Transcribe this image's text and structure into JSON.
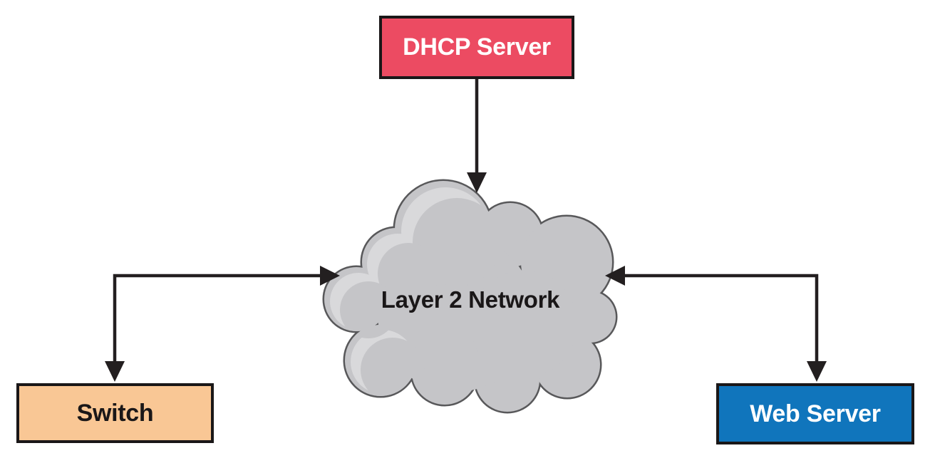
{
  "colors": {
    "background": "#ffffff",
    "line": "#231f20",
    "box_border": "#1a1718",
    "cloud_fill": "#c5c5c8",
    "cloud_highlight": "#d9d9db",
    "cloud_stroke": "#58585a",
    "dhcp_fill": "#ec4b62",
    "dhcp_text": "#ffffff",
    "switch_fill": "#f9c795",
    "switch_text": "#1a1718",
    "web_fill": "#1075bc",
    "web_text": "#ffffff",
    "network_text": "#1a1718"
  },
  "nodes": {
    "dhcp": {
      "label": "DHCP Server"
    },
    "network": {
      "label": "Layer 2 Network"
    },
    "switch": {
      "label": "Switch"
    },
    "web": {
      "label": "Web Server"
    }
  },
  "connections": [
    {
      "from": "DHCP Server",
      "to": "Layer 2 Network",
      "direction": "one-way"
    },
    {
      "from": "Layer 2 Network",
      "to": "Switch",
      "direction": "two-way"
    },
    {
      "from": "Layer 2 Network",
      "to": "Web Server",
      "direction": "two-way"
    }
  ]
}
